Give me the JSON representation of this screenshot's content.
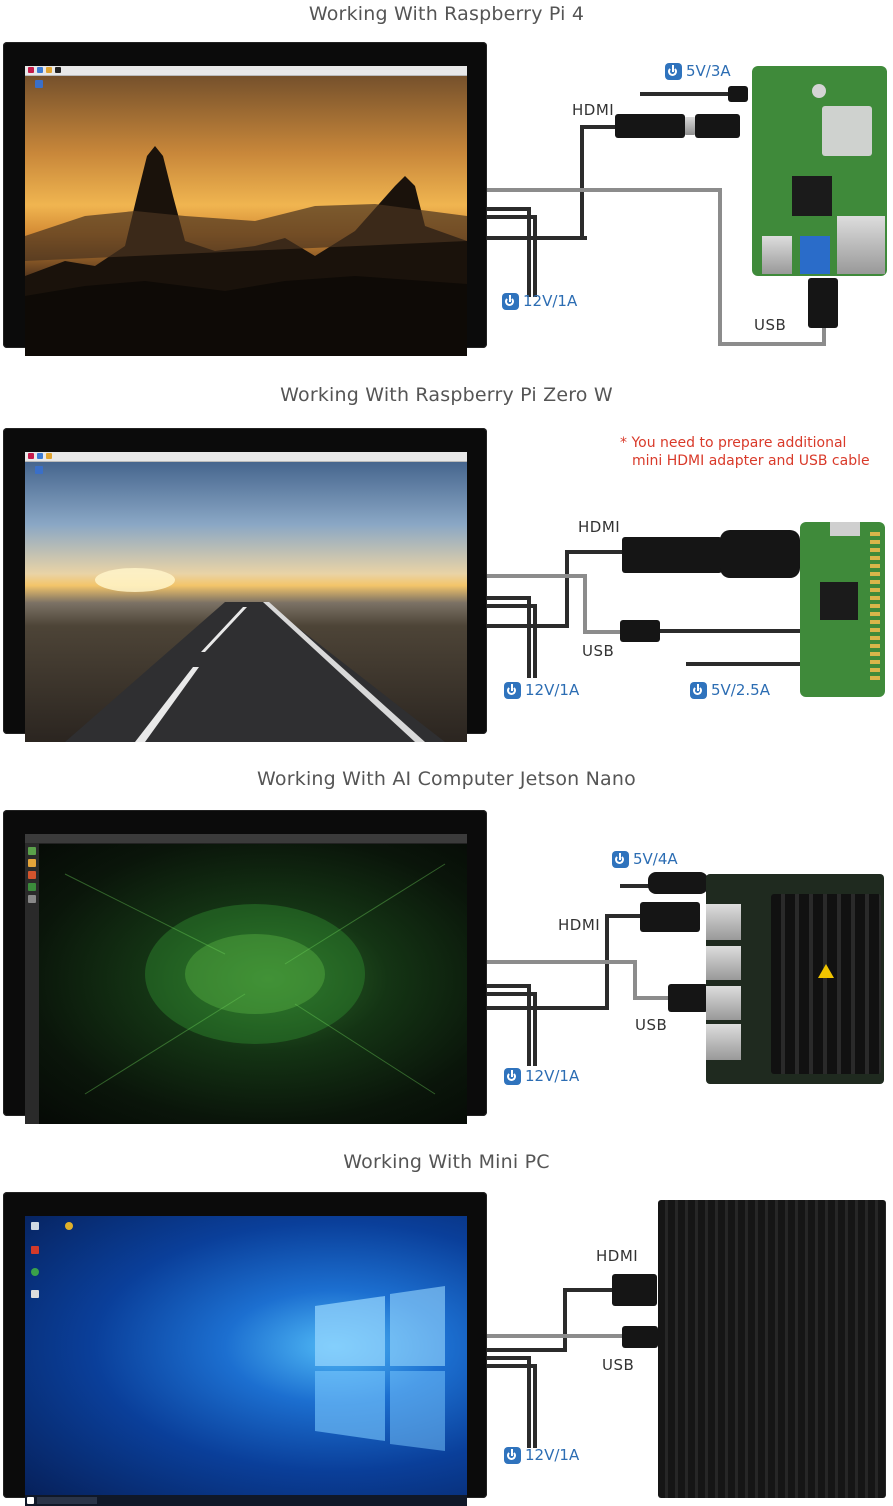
{
  "sections": [
    {
      "title": "Working With Raspberry Pi 4",
      "labels": {
        "hdmi": "HDMI",
        "usb": "USB"
      },
      "power_device": "5V/3A",
      "power_display": "12V/1A"
    },
    {
      "title": "Working With Raspberry Pi Zero W",
      "labels": {
        "hdmi": "HDMI",
        "usb": "USB"
      },
      "power_device": "5V/2.5A",
      "power_display": "12V/1A",
      "note_line1": "* You need to prepare additional",
      "note_line2": "mini HDMI adapter and USB cable"
    },
    {
      "title": "Working With AI Computer Jetson Nano",
      "labels": {
        "hdmi": "HDMI",
        "usb": "USB"
      },
      "power_device": "5V/4A",
      "power_display": "12V/1A"
    },
    {
      "title": "Working With Mini PC",
      "labels": {
        "hdmi": "HDMI",
        "usb": "USB"
      },
      "power_display": "12V/1A"
    }
  ],
  "colors": {
    "title": "#555555",
    "power": "#2c6db3",
    "note": "#d93a2a",
    "board_green": "#3f8a3a",
    "cable_dark": "#2b2b2b",
    "cable_gray": "#8c8c8c"
  },
  "icons": [
    "power-icon",
    "raspberry-logo-icon",
    "start-icon"
  ]
}
